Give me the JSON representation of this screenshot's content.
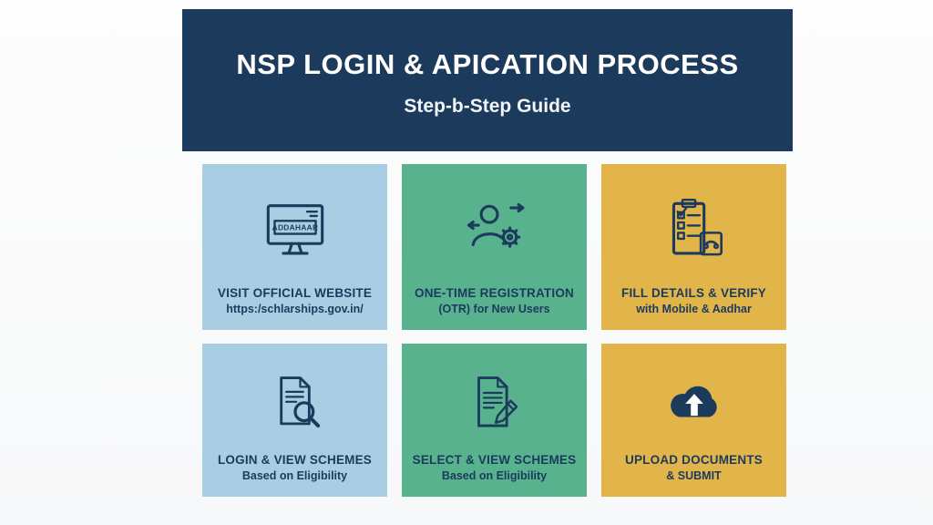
{
  "header": {
    "title": "NSP LOGIN & APICATION PROCESS",
    "subtitle": "Step-b-Step Guide"
  },
  "cards": [
    {
      "title": "VISIT OFFICIAL WEBSITE",
      "subtitle": "https:/schlarships.gov.in/",
      "icon": "monitor-website-icon",
      "icon_label": "ADDAHAAR",
      "color": "#a9cde2"
    },
    {
      "title": "ONE-TIME REGISTRATION",
      "subtitle": "(OTR) for New Users",
      "icon": "user-gear-icon",
      "color": "#58b28e"
    },
    {
      "title": "FILL DETAILS & VERIFY",
      "subtitle": "with Mobile & Aadhar",
      "icon": "checklist-phone-icon",
      "color": "#e2b54a"
    },
    {
      "title": "LOGIN & VIEW SCHEMES",
      "subtitle": "Based on Eligibility",
      "icon": "document-search-icon",
      "color": "#a9cde2"
    },
    {
      "title": "SELECT & VIEW SCHEMES",
      "subtitle": "Based on Eligibility",
      "icon": "document-edit-icon",
      "color": "#58b28e"
    },
    {
      "title": "UPLOAD DOCUMENTS",
      "subtitle": "& SUBMIT",
      "icon": "cloud-upload-icon",
      "color": "#e2b54a"
    }
  ],
  "colors": {
    "header_bg": "#1c3a5c",
    "card_blue": "#a9cde2",
    "card_green": "#58b28e",
    "card_yellow": "#e2b54a",
    "text_navy": "#1c3a5c"
  }
}
